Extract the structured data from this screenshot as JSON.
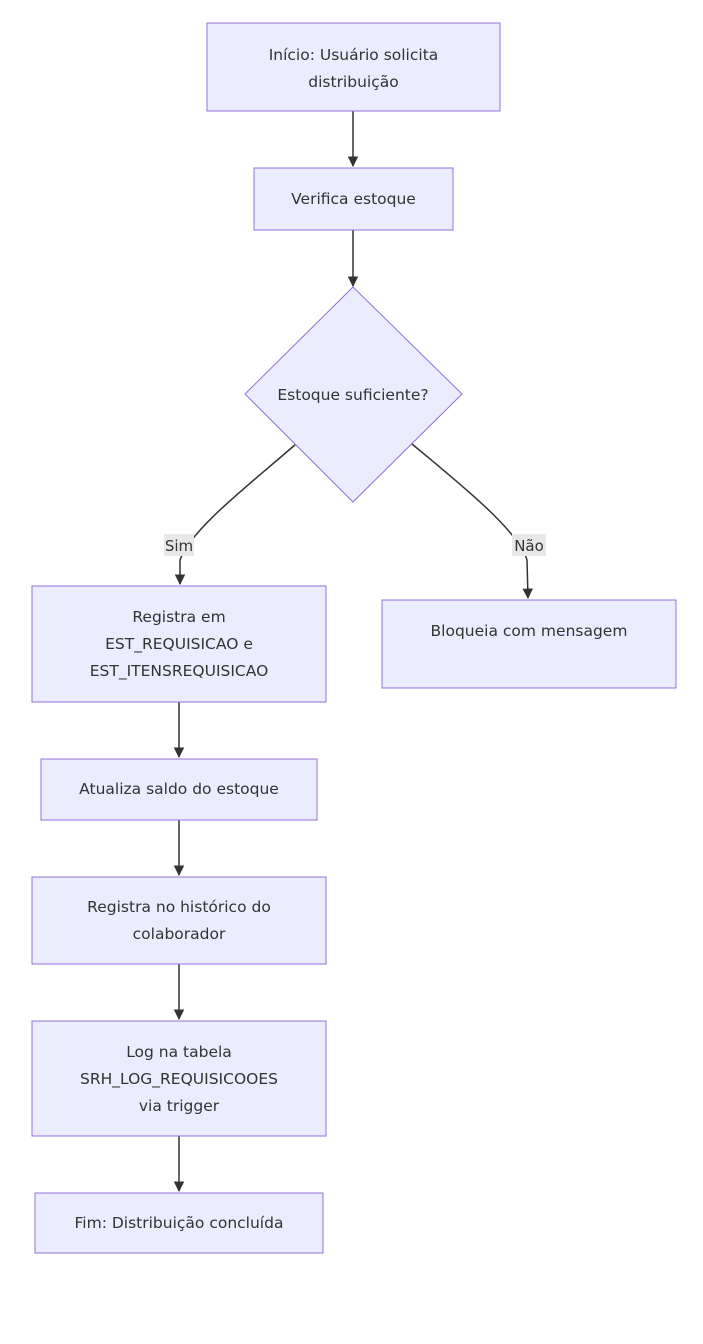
{
  "colors": {
    "node_fill": "#ECECFF",
    "node_stroke": "#9370DB",
    "edge": "#333333",
    "edge_label_bg": "#E8E8E8",
    "text": "#333333"
  },
  "nodes": {
    "start": {
      "lines": [
        "Início: Usuário solicita",
        "distribuição"
      ]
    },
    "check_stock": {
      "lines": [
        "Verifica estoque"
      ]
    },
    "decision": {
      "lines": [
        "Estoque suficiente?"
      ]
    },
    "register_requisition": {
      "lines": [
        "Registra em",
        "EST_REQUISICAO e",
        "EST_ITENSREQUISICAO"
      ]
    },
    "block_message": {
      "lines": [
        "Bloqueia com mensagem"
      ]
    },
    "update_balance": {
      "lines": [
        "Atualiza saldo do estoque"
      ]
    },
    "register_history": {
      "lines": [
        "Registra no histórico do",
        "colaborador"
      ]
    },
    "log_table": {
      "lines": [
        "Log na tabela",
        "SRH_LOG_REQUISICOOES",
        "via trigger"
      ]
    },
    "end": {
      "lines": [
        "Fim: Distribuição concluída"
      ]
    }
  },
  "edge_labels": {
    "yes": "Sim",
    "no": "Não"
  }
}
